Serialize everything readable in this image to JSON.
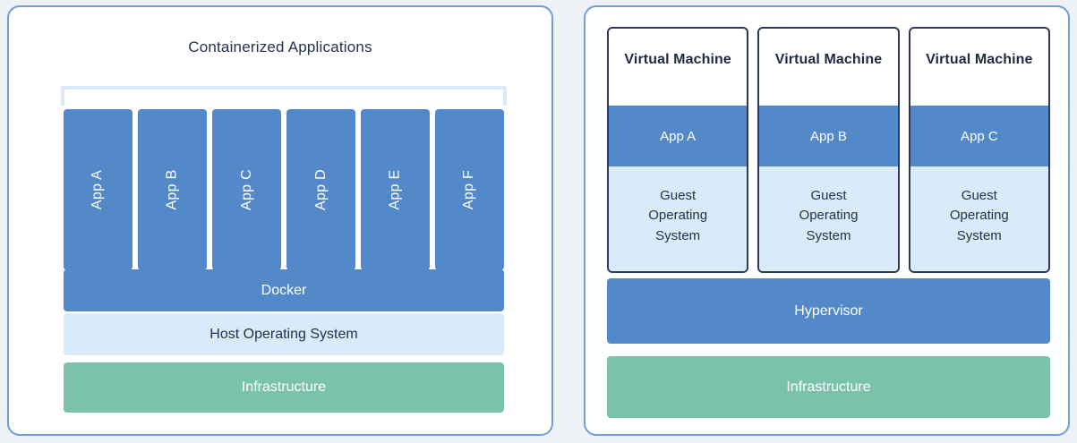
{
  "diagram": {
    "title_left": "Containerized Applications",
    "background_color": "#eef1f5",
    "panel_border_color": "#6f9fd8",
    "accent_blue": "#5389c8",
    "accent_light_blue": "#d9eaf8",
    "accent_green": "#7bc2ad",
    "accent_navy": "#1f2a44"
  },
  "containers_panel": {
    "title": "Containerized Applications",
    "apps": [
      {
        "label": "App A"
      },
      {
        "label": "App B"
      },
      {
        "label": "App C"
      },
      {
        "label": "App D"
      },
      {
        "label": "App E"
      },
      {
        "label": "App F"
      }
    ],
    "layers": [
      {
        "label": "Docker"
      },
      {
        "label": "Host Operating System"
      },
      {
        "label": "Infrastructure"
      }
    ],
    "docker_label": "Docker",
    "host_os_label": "Host Operating System",
    "infrastructure_label": "Infrastructure"
  },
  "vms_panel": {
    "vms": [
      {
        "title": "Virtual Machine",
        "app": "App A",
        "guest_os": "Guest\nOperating\nSystem"
      },
      {
        "title": "Virtual Machine",
        "app": "App B",
        "guest_os": "Guest\nOperating\nSystem"
      },
      {
        "title": "Virtual Machine",
        "app": "App C",
        "guest_os": "Guest\nOperating\nSystem"
      }
    ],
    "hypervisor_label": "Hypervisor",
    "infrastructure_label": "Infrastructure"
  }
}
